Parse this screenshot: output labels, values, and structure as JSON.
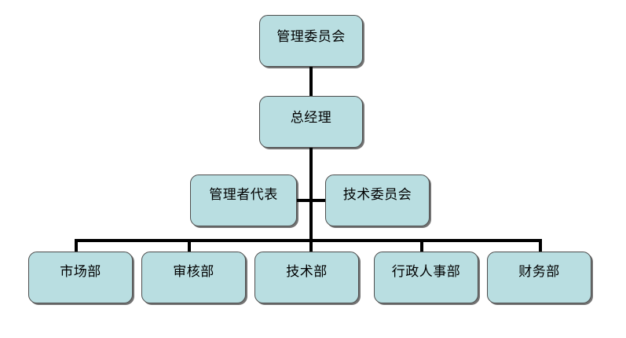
{
  "diagram": {
    "type": "organization-chart",
    "title": "",
    "style": {
      "node_fill": "#b9dee1",
      "node_border": "#4d4d4d",
      "connector_color": "#000000",
      "text_color": "#000000",
      "background": "#ffffff"
    },
    "levels": [
      {
        "level": 1,
        "nodes": [
          {
            "id": "top",
            "label": "管理委员会"
          }
        ]
      },
      {
        "level": 2,
        "nodes": [
          {
            "id": "gm",
            "label": "总经理"
          }
        ]
      },
      {
        "level": 3,
        "nodes": [
          {
            "id": "mgmt-rep",
            "label": "管理者代表"
          },
          {
            "id": "tech-com",
            "label": "技术委员会"
          }
        ]
      },
      {
        "level": 4,
        "nodes": [
          {
            "id": "dep-0",
            "label": "市场部"
          },
          {
            "id": "dep-1",
            "label": "审核部"
          },
          {
            "id": "dep-2",
            "label": "技术部"
          },
          {
            "id": "dep-3",
            "label": "行政人事部"
          },
          {
            "id": "dep-4",
            "label": "财务部"
          }
        ]
      }
    ]
  }
}
